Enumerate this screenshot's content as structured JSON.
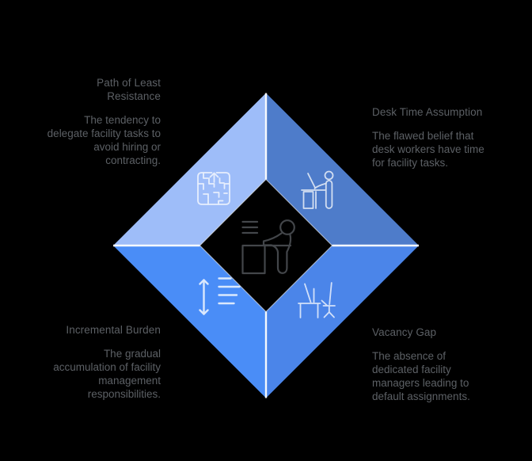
{
  "page": {
    "background": "#000000"
  },
  "diagram": {
    "type": "diamond-quadrant-infographic",
    "divider_color": "#ffffff",
    "text_color": "#5c6065",
    "center": {
      "icon": "person-at-service-desk-icon",
      "stroke_color": "#43464a"
    },
    "quadrants": [
      {
        "position": "top-left",
        "segment_color": "#9ebdf9",
        "icon": "maze-arrow-icon",
        "title": "Path of Least Resistance",
        "title_lines": [
          "Path of Least",
          "Resistance"
        ],
        "description": "The tendency to delegate facility tasks to avoid hiring or contracting.",
        "description_lines": [
          "The tendency to",
          "delegate facility tasks to",
          "avoid hiring or",
          "contracting."
        ]
      },
      {
        "position": "top-right",
        "segment_color": "#4e7cca",
        "icon": "person-standing-desk-icon",
        "title": "Desk Time Assumption",
        "title_lines": [
          "Desk Time Assumption"
        ],
        "description": "The flawed belief that desk workers have time for facility tasks.",
        "description_lines": [
          "The flawed belief that",
          "desk workers have time",
          "for facility tasks."
        ]
      },
      {
        "position": "bottom-left",
        "segment_color": "#4a8df7",
        "icon": "expanding-list-icon",
        "title": "Incremental Burden",
        "title_lines": [
          "Incremental Burden"
        ],
        "description": "The gradual accumulation of facility management responsibilities.",
        "description_lines": [
          "The gradual",
          "accumulation of facility",
          "management",
          "responsibilities."
        ]
      },
      {
        "position": "bottom-right",
        "segment_color": "#4b85e9",
        "icon": "vacant-desk-chair-icon",
        "title": "Vacancy Gap",
        "title_lines": [
          "Vacancy Gap"
        ],
        "description": "The absence of dedicated facility managers leading to default assignments.",
        "description_lines": [
          "The absence of",
          "dedicated facility",
          "managers leading to",
          "default assignments."
        ]
      }
    ]
  }
}
